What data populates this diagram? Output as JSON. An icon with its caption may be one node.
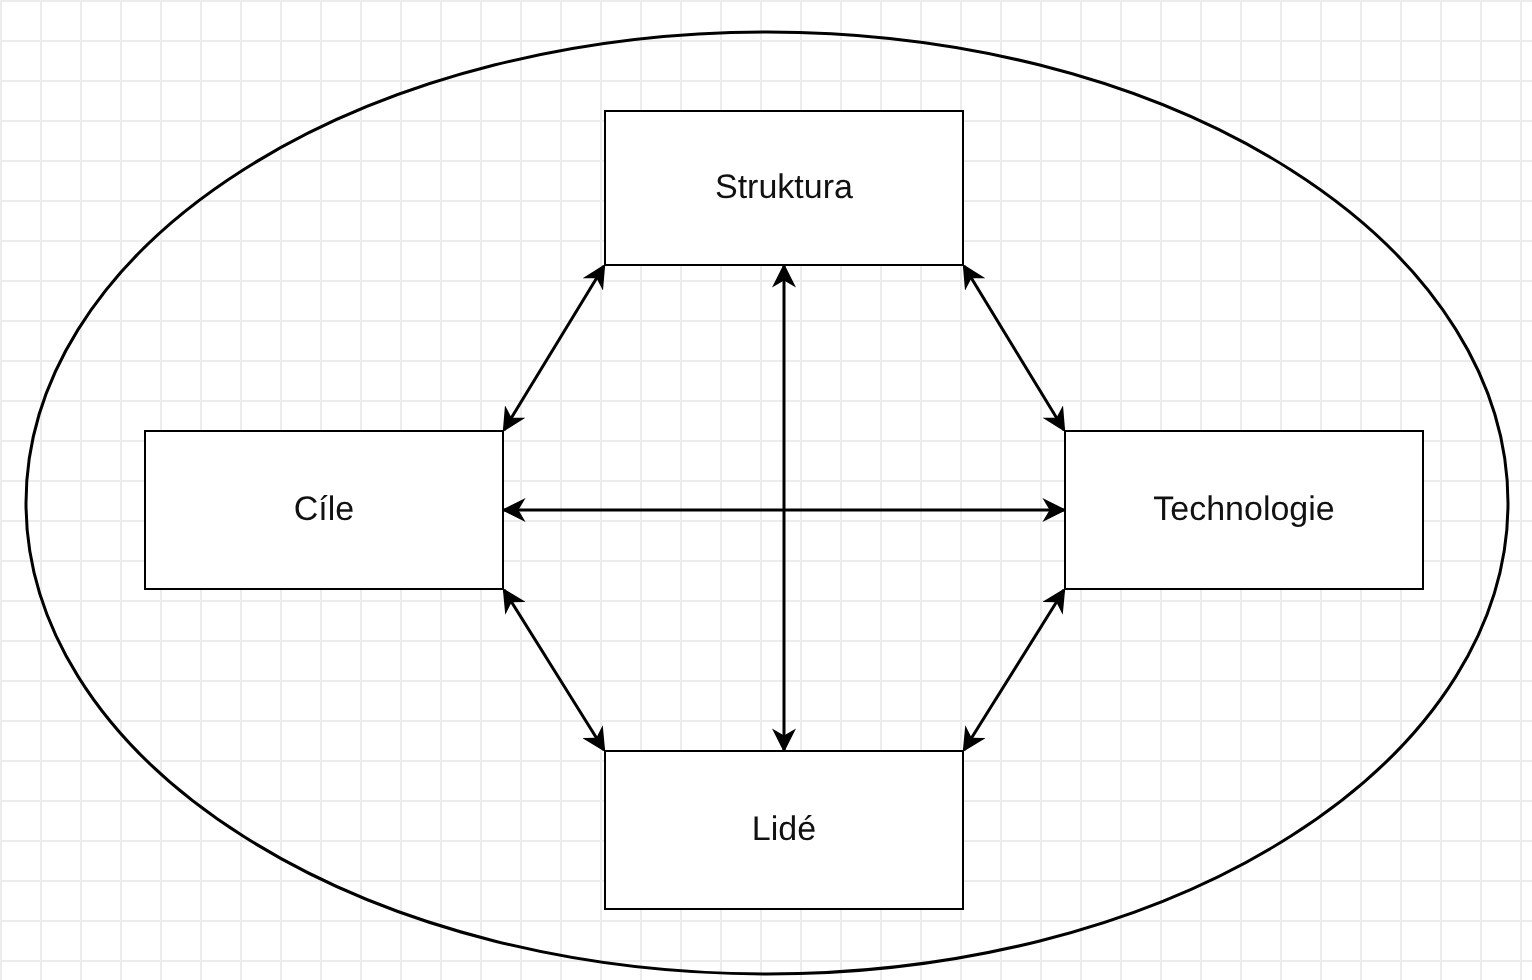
{
  "diagram": {
    "nodes": [
      {
        "text": [],
        "shape": "ellipse"
      },
      {
        "text": [
          "Struktura"
        ],
        "in": 0
      },
      {
        "text": [
          "Cíle"
        ],
        "in": 0
      },
      {
        "text": [
          "Technologie"
        ],
        "in": 0
      },
      {
        "text": [
          "Lidé"
        ],
        "in": 0
      }
    ],
    "edges": [
      {
        "from": 1,
        "to": 2,
        "arrow": "both"
      },
      {
        "from": 1,
        "to": 3,
        "arrow": "both"
      },
      {
        "from": 1,
        "to": 4,
        "arrow": "both"
      },
      {
        "from": 2,
        "to": 3,
        "arrow": "both"
      },
      {
        "from": 2,
        "to": 4,
        "arrow": "both"
      },
      {
        "from": 3,
        "to": 4,
        "arrow": "both"
      }
    ]
  }
}
